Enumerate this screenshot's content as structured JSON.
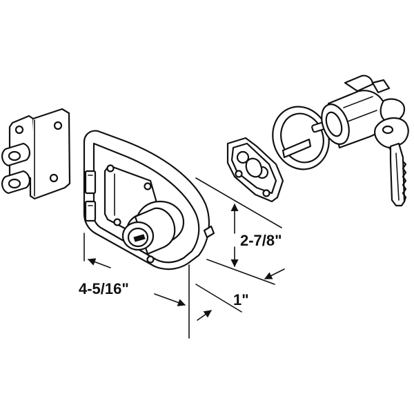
{
  "dimensions": {
    "width_label": "4-5/16\"",
    "height_label": "2-7/8\"",
    "depth_label": "1\""
  },
  "colors": {
    "line": "#111111",
    "background": "#ffffff"
  },
  "parts": [
    "strike-plate",
    "lock-body",
    "mounting-plate",
    "trim-ring",
    "key-cylinder",
    "keys"
  ]
}
